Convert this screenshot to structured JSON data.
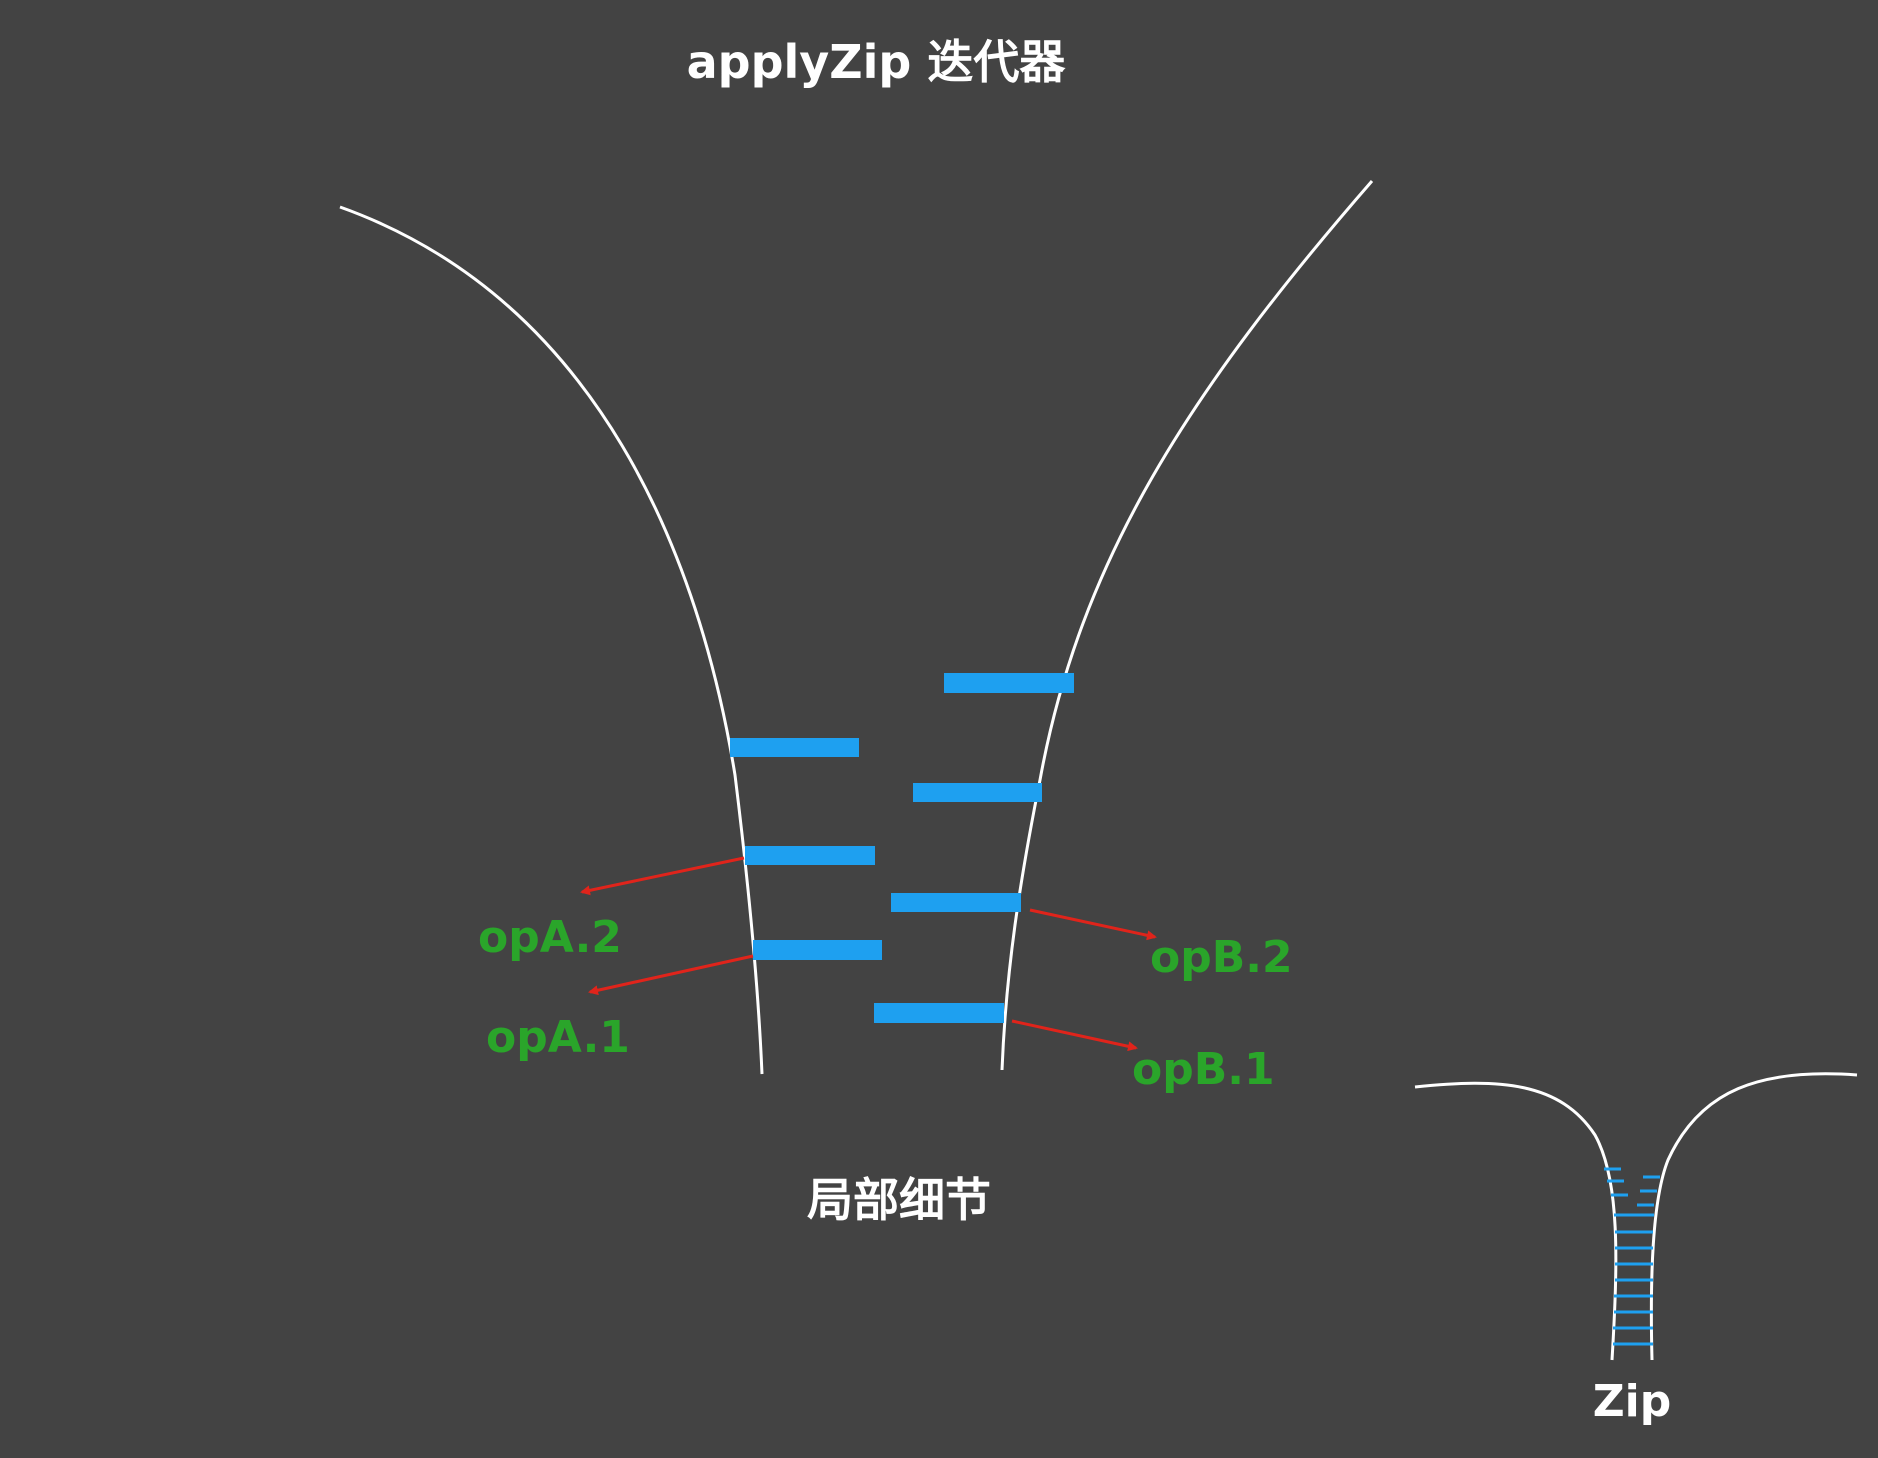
{
  "title": "applyZip 迭代器",
  "detail_caption": "局部细节",
  "zip_label": "Zip",
  "ops": {
    "a2": "opA.2",
    "a1": "opA.1",
    "b2": "opB.2",
    "b1": "opB.1"
  },
  "colors": {
    "background": "#434343",
    "rail": "#ffffff",
    "tooth": "#1ea0f0",
    "arrow": "#e0241b",
    "op_label": "#2aa52a"
  }
}
